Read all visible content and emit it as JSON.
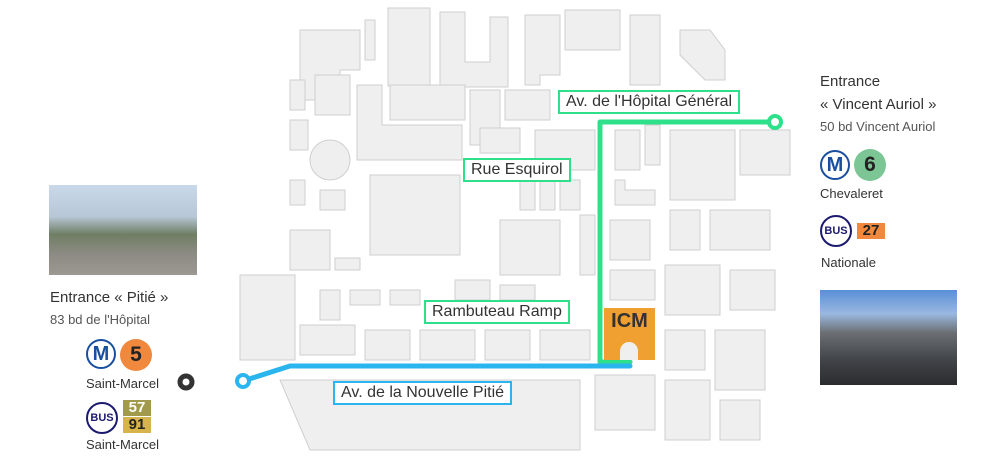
{
  "map": {
    "streets": {
      "hopital_general": "Av. de l'Hôpital Général",
      "esquirol": "Rue Esquirol",
      "rambuteau": "Rambuteau Ramp",
      "nouvelle_pitie": "Av. de la Nouvelle Pitié"
    },
    "building": "ICM",
    "colors": {
      "green_route": "#2ee08a",
      "blue_route": "#2bb5ee",
      "icm": "#f0a030",
      "block": "#efefef"
    }
  },
  "left_entrance": {
    "title": "Entrance « Pitié »",
    "address": "83 bd de l'Hôpital",
    "metro_symbol": "M",
    "metro_line": "5",
    "metro_color": "#f0883e",
    "metro_station": "Saint-Marcel",
    "bus_symbol": "BUS",
    "bus_lines": [
      "57",
      "91"
    ],
    "bus_station": "Saint-Marcel"
  },
  "right_entrance": {
    "title_line1": "Entrance",
    "title_line2": "« Vincent Auriol »",
    "address": "50 bd Vincent Auriol",
    "metro_symbol": "M",
    "metro_line": "6",
    "metro_color": "#7cc594",
    "metro_station": "Chevaleret",
    "bus_symbol": "BUS",
    "bus_lines": [
      "27"
    ],
    "bus_station": "Nationale"
  }
}
